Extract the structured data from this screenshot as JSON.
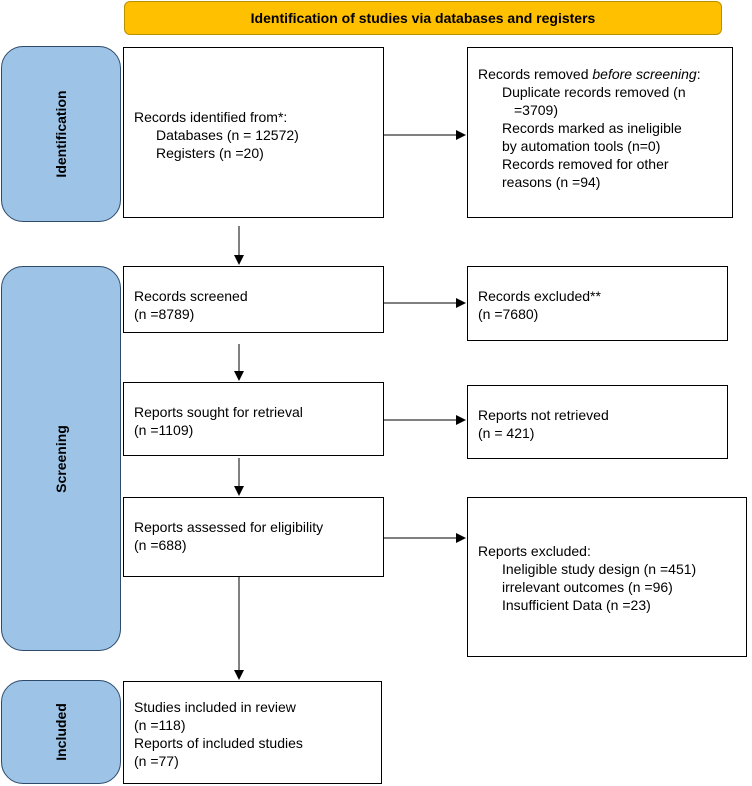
{
  "header": {
    "title": "Identification of studies via databases and registers"
  },
  "phases": {
    "identification": "Identification",
    "screening": "Screening",
    "included": "Included"
  },
  "records_identified": {
    "title": "Records identified from*:",
    "databases": "Databases (n = 12572)",
    "registers": "Registers (n =20)"
  },
  "records_removed": {
    "title_prefix": "Records removed ",
    "title_italic": "before screening",
    "title_suffix": ":",
    "line1": "Duplicate records removed (n",
    "line1b": "=3709)",
    "line2": "Records marked as ineligible",
    "line2b": "by automation tools (n=0)",
    "line3": "Records removed for other",
    "line3b": "reasons (n =94)"
  },
  "records_screened": {
    "title": "Records screened",
    "count": "(n =8789)"
  },
  "records_excluded": {
    "title": "Records excluded**",
    "count": "(n =7680)"
  },
  "reports_sought": {
    "title": "Reports sought for retrieval",
    "count": "(n =1109)"
  },
  "reports_not_retrieved": {
    "title": "Reports not retrieved",
    "count": "(n = 421)"
  },
  "reports_assessed": {
    "title": "Reports assessed for eligibility",
    "count": "(n =688)"
  },
  "reports_excluded": {
    "title": "Reports excluded:",
    "reason1": "Ineligible study design (n =451)",
    "reason2": "irrelevant outcomes (n =96)",
    "reason3": "Insufficient Data (n =23)"
  },
  "studies_included": {
    "line1": "Studies included in review",
    "line2": "(n =118)",
    "line3": "Reports of included studies",
    "line4": "(n =77)"
  }
}
